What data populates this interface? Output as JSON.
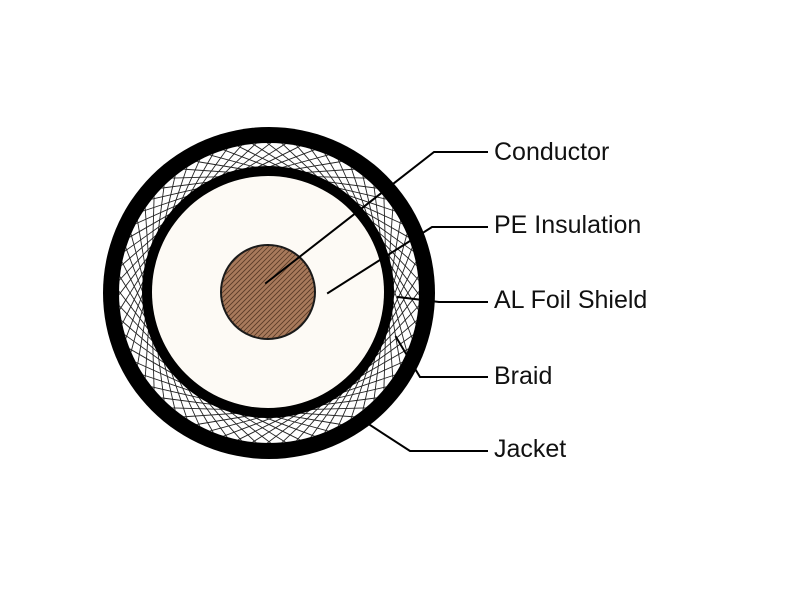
{
  "labels": {
    "conductor": "Conductor",
    "insulation": "PE Insulation",
    "foil_shield": "AL Foil Shield",
    "braid": "Braid",
    "jacket": "Jacket"
  },
  "colors": {
    "jacket": "#000000",
    "braid_fill": "#ffffff",
    "insulation": "#fdfaf5",
    "conductor": "#a87a5c",
    "conductor_strands": "#5a3a26",
    "leader_lines": "#000000"
  }
}
